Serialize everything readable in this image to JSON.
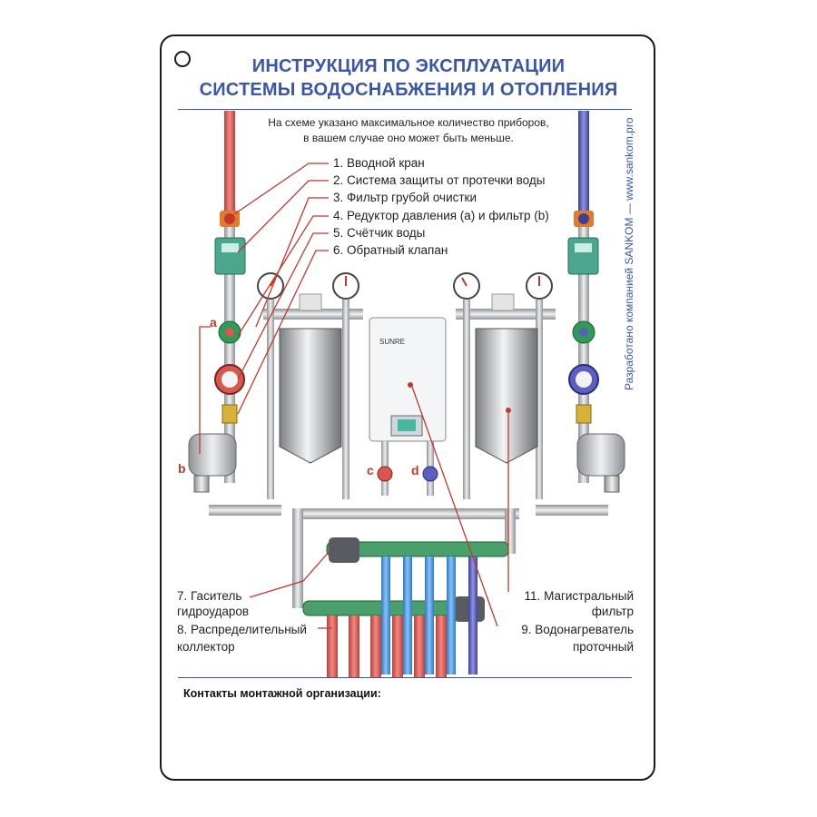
{
  "title_line1": "ИНСТРУКЦИЯ ПО ЭКСПЛУАТАЦИИ",
  "title_line2": "СИСТЕМЫ ВОДОСНАБЖЕНИЯ И ОТОПЛЕНИЯ",
  "note_line1": "На схеме указано максимальное количество приборов,",
  "note_line2": "в вашем случае оно может быть меньше.",
  "items": [
    "1. Вводной кран",
    "2. Система защиты от протечки воды",
    "3. Фильтр грубой очистки",
    "4. Редуктор давления (а) и фильтр (b)",
    "5. Счётчик воды",
    "6. Обратный клапан"
  ],
  "label7": [
    "7. Гаситель",
    "гидроударов"
  ],
  "label8": [
    "8. Распределительный",
    "коллектор"
  ],
  "label11": [
    "11. Магистральный",
    "фильтр"
  ],
  "label9": [
    "9. Водонагреватель",
    "проточный"
  ],
  "letters": {
    "a": "a",
    "b": "b",
    "c": "c",
    "d": "d"
  },
  "heater_brand": "SUNRE",
  "side_text": "Разработано компанией SANKOM — www.sankom.pro",
  "contacts": "Контакты монтажной организации:",
  "colors": {
    "accent": "#3a56a6",
    "hot": "#d9574f",
    "cold": "#5b5fc2",
    "metal": "#b5b8bb",
    "valve": "#2f9b57"
  }
}
